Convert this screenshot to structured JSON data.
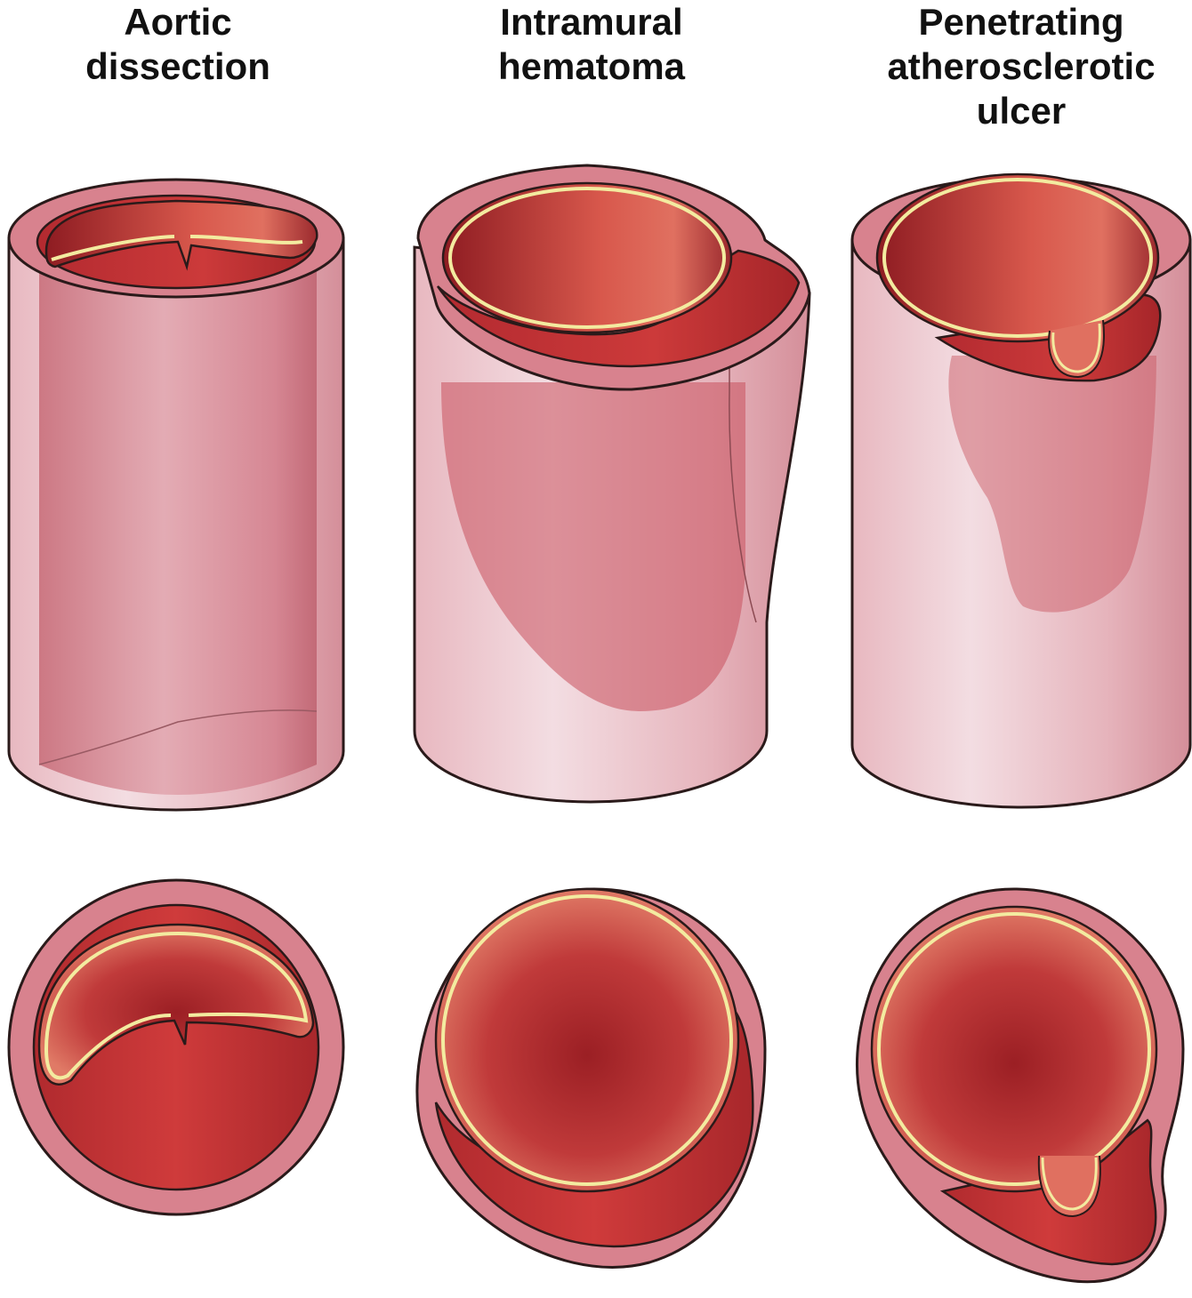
{
  "panels": [
    {
      "id": "aortic-dissection",
      "title_lines": [
        "Aortic",
        "dissection"
      ]
    },
    {
      "id": "intramural-hematoma",
      "title_lines": [
        "Intramural",
        "hematoma"
      ]
    },
    {
      "id": "penetrating-ulcer",
      "title_lines": [
        "Penetrating",
        "atherosclerotic",
        "ulcer"
      ]
    }
  ],
  "colors": {
    "outline": "#2a1a1a",
    "adventitia": "#d8828e",
    "outer_wall_light": "#f2d9de",
    "outer_wall_mid": "#e2a7b0",
    "outer_wall_dark": "#c9707c",
    "lumen_dark": "#9b1f24",
    "lumen_mid": "#c8363a",
    "lumen_light": "#e07060",
    "intima_stripe": "#f3eba0",
    "hematoma_fill": "#c8505c"
  }
}
